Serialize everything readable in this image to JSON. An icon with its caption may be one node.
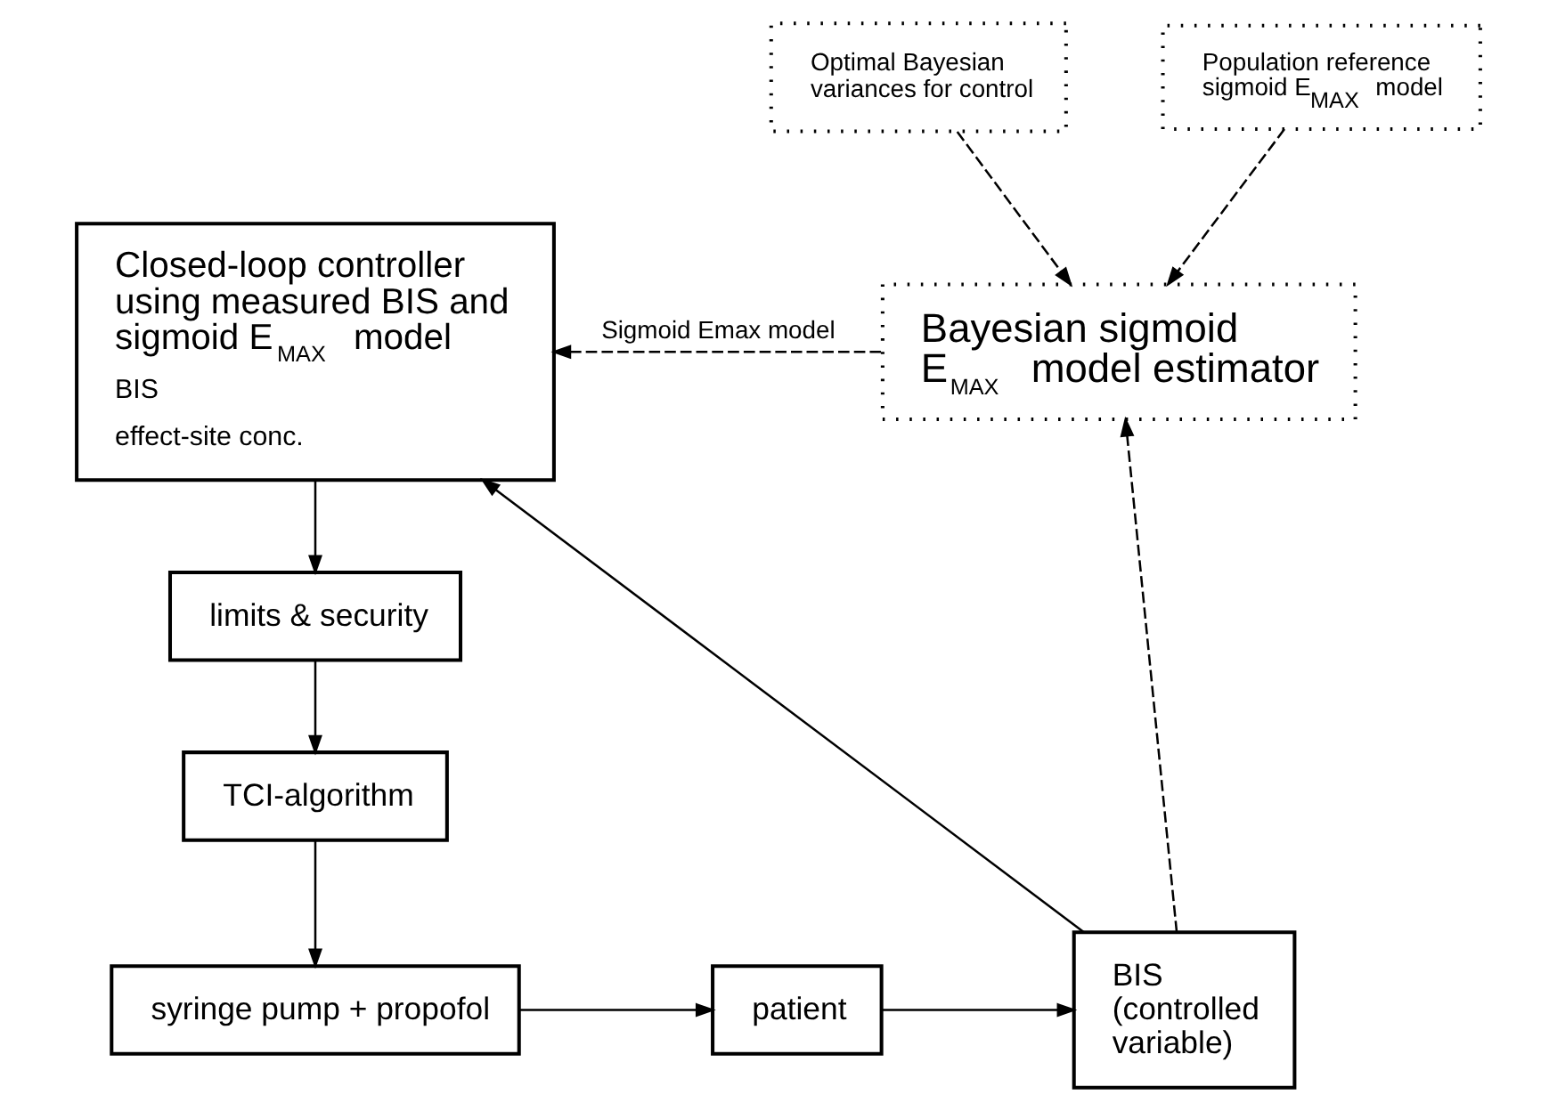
{
  "diagram": {
    "nodes": [
      {
        "text": [
          "Closed-loop controller using measured BIS and sigmoid E$_{MAX}$ model",
          "BIS",
          "effect-site conc."
        ]
      },
      {
        "text": [
          "Optimal Bayesian variances for control"
        ]
      },
      {
        "text": [
          "Population reference sigmoid E$_{MAX}$ model"
        ]
      },
      {
        "text": [
          "Bayesian sigmoid E$_{MAX}$ model estimator"
        ]
      },
      {
        "text": [
          "limits & security"
        ]
      },
      {
        "text": [
          "TCI-algorithm"
        ]
      },
      {
        "text": [
          "syringe pump + propofol"
        ]
      },
      {
        "text": [
          "patient"
        ]
      },
      {
        "text": [
          "BIS (controlled variable)"
        ]
      }
    ],
    "edges": [
      {
        "from": 1,
        "to": 3,
        "arrow": "to",
        "style": "dashed"
      },
      {
        "from": 2,
        "to": 3,
        "arrow": "to",
        "style": "dashed"
      },
      {
        "from": 3,
        "to": 0,
        "arrow": "to",
        "style": "dashed",
        "label": "Sigmoid Emax model"
      },
      {
        "from": 8,
        "to": 0,
        "arrow": "to"
      },
      {
        "from": 8,
        "to": 3,
        "arrow": "to",
        "style": "dashed"
      },
      {
        "from": 0,
        "to": 4,
        "arrow": "to"
      },
      {
        "from": 4,
        "to": 5,
        "arrow": "to"
      },
      {
        "from": 5,
        "to": 6,
        "arrow": "to"
      },
      {
        "from": 6,
        "to": 7,
        "arrow": "to"
      },
      {
        "from": 7,
        "to": 8,
        "arrow": "to"
      }
    ]
  }
}
